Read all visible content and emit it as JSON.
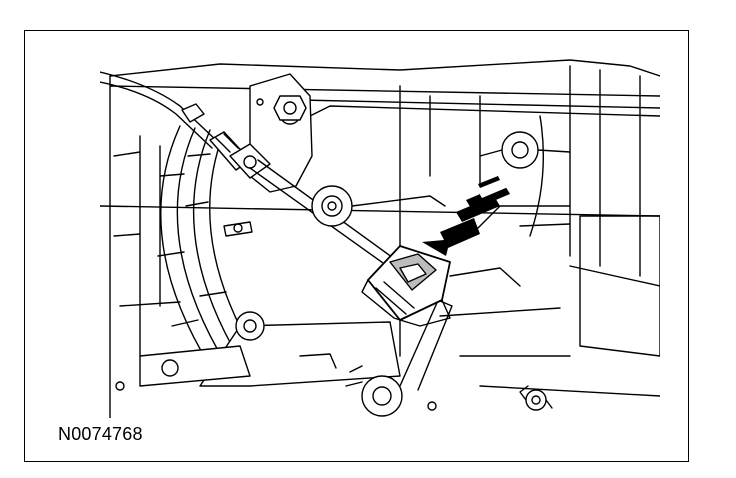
{
  "figure": {
    "id_label": "N0074768"
  },
  "colors": {
    "ink": "#000000",
    "paper": "#ffffff",
    "screen_tone": "#bdbdbd"
  },
  "callouts": [
    {
      "kind": "arrow",
      "icon": "triple-bar-arrow-icon",
      "points_to": "sensor-connector"
    }
  ]
}
